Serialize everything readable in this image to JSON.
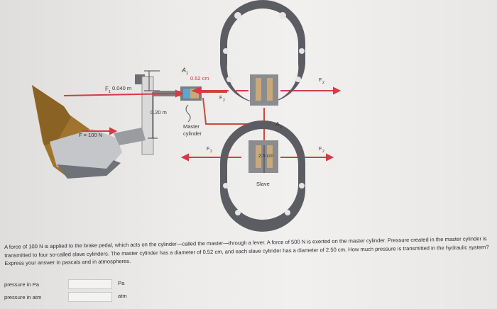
{
  "figure": {
    "labels": {
      "a1": "A",
      "a1_sub": "1",
      "a2": "A",
      "a2_sub": "2",
      "master_diameter": "0.52 cm",
      "lever_short": "0.040 m",
      "lever_long": "0.20 m",
      "f1": "F",
      "f1_sub": "1",
      "f2": "F",
      "f2_sub": "2",
      "applied_force": "F = 100 N",
      "master_cylinder": [
        "Master",
        "cylinder"
      ],
      "slave_diameter": "2.5 cm",
      "slave": "Slave"
    },
    "colors": {
      "force_arrow": "#d63a46",
      "brake_line": "#c94b3c",
      "dimension_text": "#cf3548",
      "shoe": "#5b5d63"
    }
  },
  "problem": {
    "text": "A force of 100 N is applied to the brake pedal, which acts on the cylinder—called the master—through a lever. A force of 500 N is exerted on the master cylinder. Pressure created in the master cylinder is transmitted to four so-called slave cylinders. The master cylinder has a diameter of 0.52 cm, and each slave cylinder has a diameter of 2.50 cm. How much pressure is transmitted in the hydraulic system? Express your answer in pascals and in atmospheres."
  },
  "answers": [
    {
      "label": "pressure in Pa",
      "value": "",
      "unit": "Pa"
    },
    {
      "label": "pressure in atm",
      "value": "",
      "unit": "atm"
    }
  ]
}
